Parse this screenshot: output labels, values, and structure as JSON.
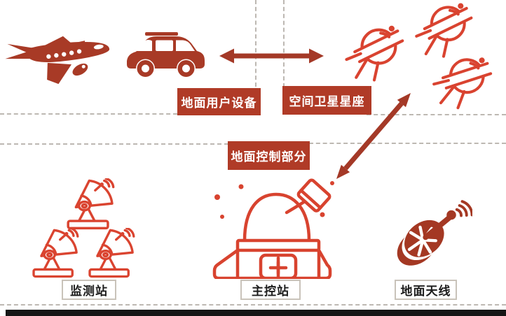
{
  "labels": {
    "ground_user_equipment": "地面用户设备",
    "space_satellite_constellation": "空间卫星星座",
    "ground_control_segment": "地面控制部分",
    "monitoring_station": "监测站",
    "master_control_station": "主控站",
    "ground_antenna": "地面天线"
  },
  "icons": {
    "airplane": "airplane-icon",
    "car": "car-icon",
    "satellite_count": 3,
    "monitoring_dish_count": 3,
    "observatory": "observatory-icon",
    "ground_antenna_dish": "ground-antenna-icon",
    "horizontal_double_arrow": "double-arrow-horizontal-icon",
    "diagonal_double_arrow": "double-arrow-diagonal-icon"
  },
  "colors": {
    "solid_icon_red": "#A83A26",
    "outline_icon_red": "#D94330",
    "arrow_red": "#A43927",
    "label_box_red": "#B03B27",
    "label_text_white": "#FFFFFF",
    "station_box_text": "#1C1C1C",
    "station_box_border": "#C9C3BA",
    "dashed_line_gray": "#BDB8B2",
    "bottom_bar_black": "#151515",
    "background": "#FFFFFF"
  }
}
